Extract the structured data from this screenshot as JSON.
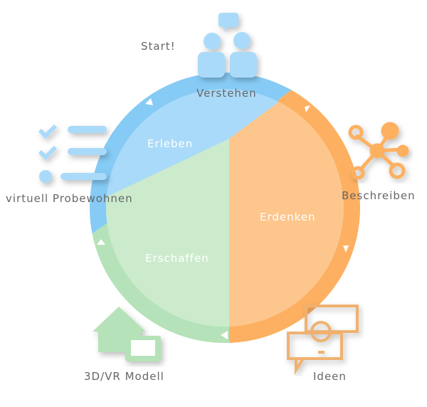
{
  "start_label": "Start!",
  "phases": [
    {
      "name": "Verstehen",
      "color": "#aadaf9"
    },
    {
      "name": "Beschreiben",
      "color": "#fdb061"
    },
    {
      "name": "Ideen",
      "color": "#f0b170"
    },
    {
      "name": "3D/VR Modell",
      "color": "#b5e2b8"
    },
    {
      "name": "virtuell Probewohnen",
      "color": "#aadaf9"
    }
  ],
  "segments": [
    {
      "name": "Erleben",
      "ring": "#86cbf5",
      "fill": "#aadaf9"
    },
    {
      "name": "Erdenken",
      "ring": "#fdb061",
      "fill": "#fdc68d"
    },
    {
      "name": "Erschaffen",
      "ring": "#b5e2b8",
      "fill": "#ccebcd"
    }
  ]
}
